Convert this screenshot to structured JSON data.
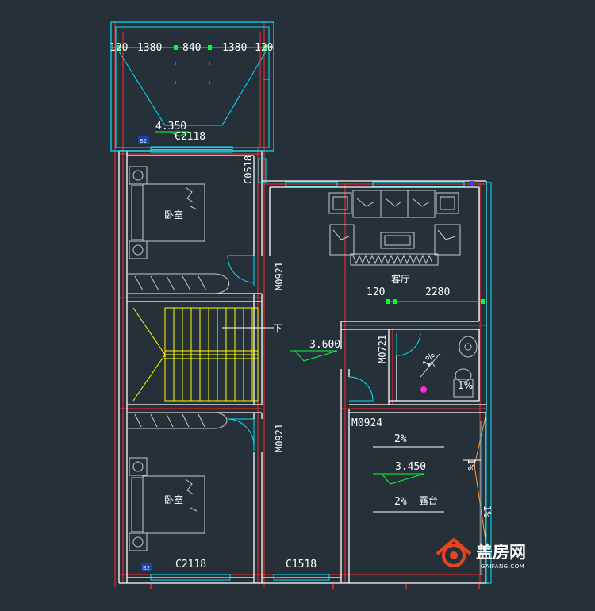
{
  "plan": {
    "dims_top": [
      "120",
      "1380",
      "840",
      "1380",
      "120"
    ],
    "dims_living": [
      "120",
      "2280"
    ],
    "elevations": {
      "balcony_top": "4.350",
      "hall": "3.600",
      "terrace": "3.450"
    },
    "windows": {
      "top": "C2118",
      "bedroom_side": "C0518",
      "bottom_left": "C2118",
      "bottom_mid": "C1518"
    },
    "doors": {
      "upper": "M0921",
      "lower": "M0921",
      "bath": "M0721",
      "terrace": "M0924"
    },
    "rooms": {
      "bed_upper": "卧室",
      "bed_lower": "卧室",
      "living": "客厅",
      "terrace": "露台"
    },
    "stair_label": "下",
    "slopes": [
      "2%",
      "2%",
      "1%",
      "1%"
    ],
    "tags": {
      "b2_top": "B2",
      "b2_bottom": "B2"
    }
  },
  "watermark": {
    "brand": "盖房网",
    "url": "GAIFANG.COM"
  },
  "colors": {
    "bg": "#263039",
    "wall": "#ffffff",
    "axis": "#ff2a2a",
    "window": "#00e5ff",
    "dim": "#00ff3a",
    "furniture": "#c8c8c8",
    "stairs": "#ffff00",
    "door": "#00e5ff"
  }
}
